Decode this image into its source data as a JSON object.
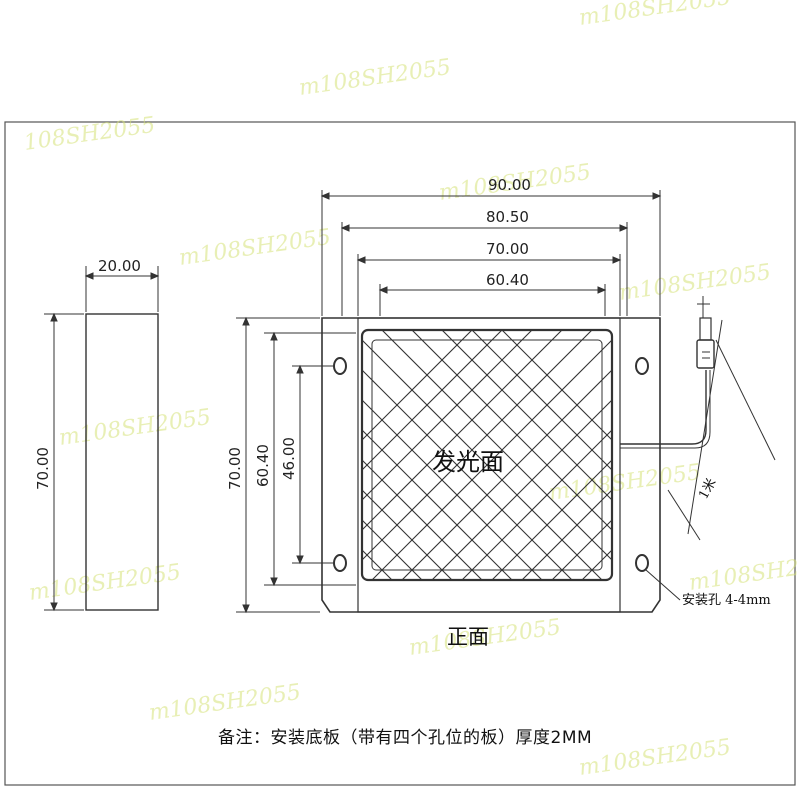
{
  "side_view": {
    "width_label": "20.00",
    "height_label": "70.00"
  },
  "front_view": {
    "dims_top": [
      "90.00",
      "80.50",
      "70.00",
      "60.40"
    ],
    "dims_left": [
      "70.00",
      "60.40",
      "46.00"
    ],
    "center_label": "发光面",
    "cable_label": "1米",
    "hole_label": "安装孔 4-4mm",
    "view_label": "正面"
  },
  "note": "备注：安装底板（带有四个孔位的板）厚度2MM"
}
